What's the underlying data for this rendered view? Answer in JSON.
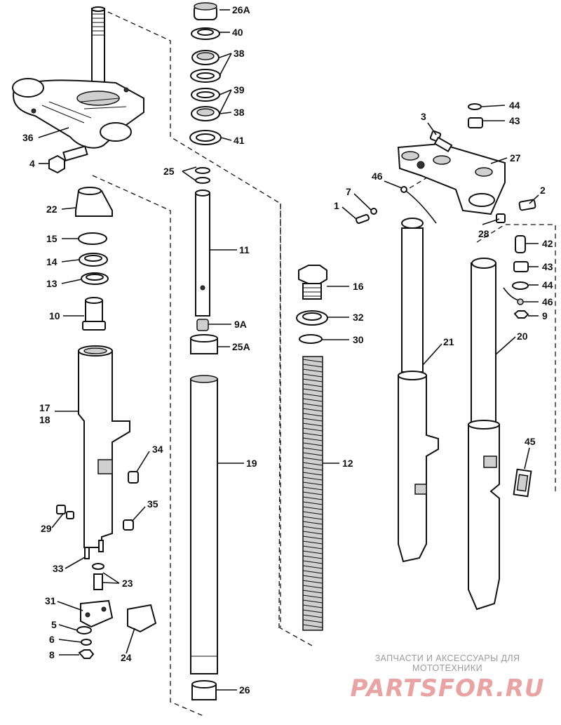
{
  "diagram": {
    "callouts": {
      "c26A": "26A",
      "c40": "40",
      "c38a": "38",
      "c39": "39",
      "c38b": "38",
      "c41": "41",
      "c36": "36",
      "c4": "4",
      "c25": "25",
      "c11": "11",
      "c9A": "9A",
      "c25A": "25A",
      "c19": "19",
      "c26": "26",
      "c22": "22",
      "c15": "15",
      "c14": "14",
      "c13": "13",
      "c10": "10",
      "c17": "17",
      "c18": "18",
      "c34": "34",
      "c35": "35",
      "c29": "29",
      "c33": "33",
      "c23": "23",
      "c31": "31",
      "c5": "5",
      "c6": "6",
      "c8": "8",
      "c24": "24",
      "c16": "16",
      "c32": "32",
      "c30": "30",
      "c12": "12",
      "c44a": "44",
      "c43a": "43",
      "c3": "3",
      "c27": "27",
      "c46a": "46",
      "c7": "7",
      "c1": "1",
      "c2": "2",
      "c28": "28",
      "c42": "42",
      "c43b": "43",
      "c44b": "44",
      "c46b": "46",
      "c9": "9",
      "c21": "21",
      "c20": "20",
      "c45": "45"
    }
  },
  "watermark": {
    "subtitle": "ЗАПЧАСТИ И АКСЕССУАРЫ ДЛЯ МОТОТЕХНИКИ",
    "brand": "PARTSFOR.RU"
  }
}
